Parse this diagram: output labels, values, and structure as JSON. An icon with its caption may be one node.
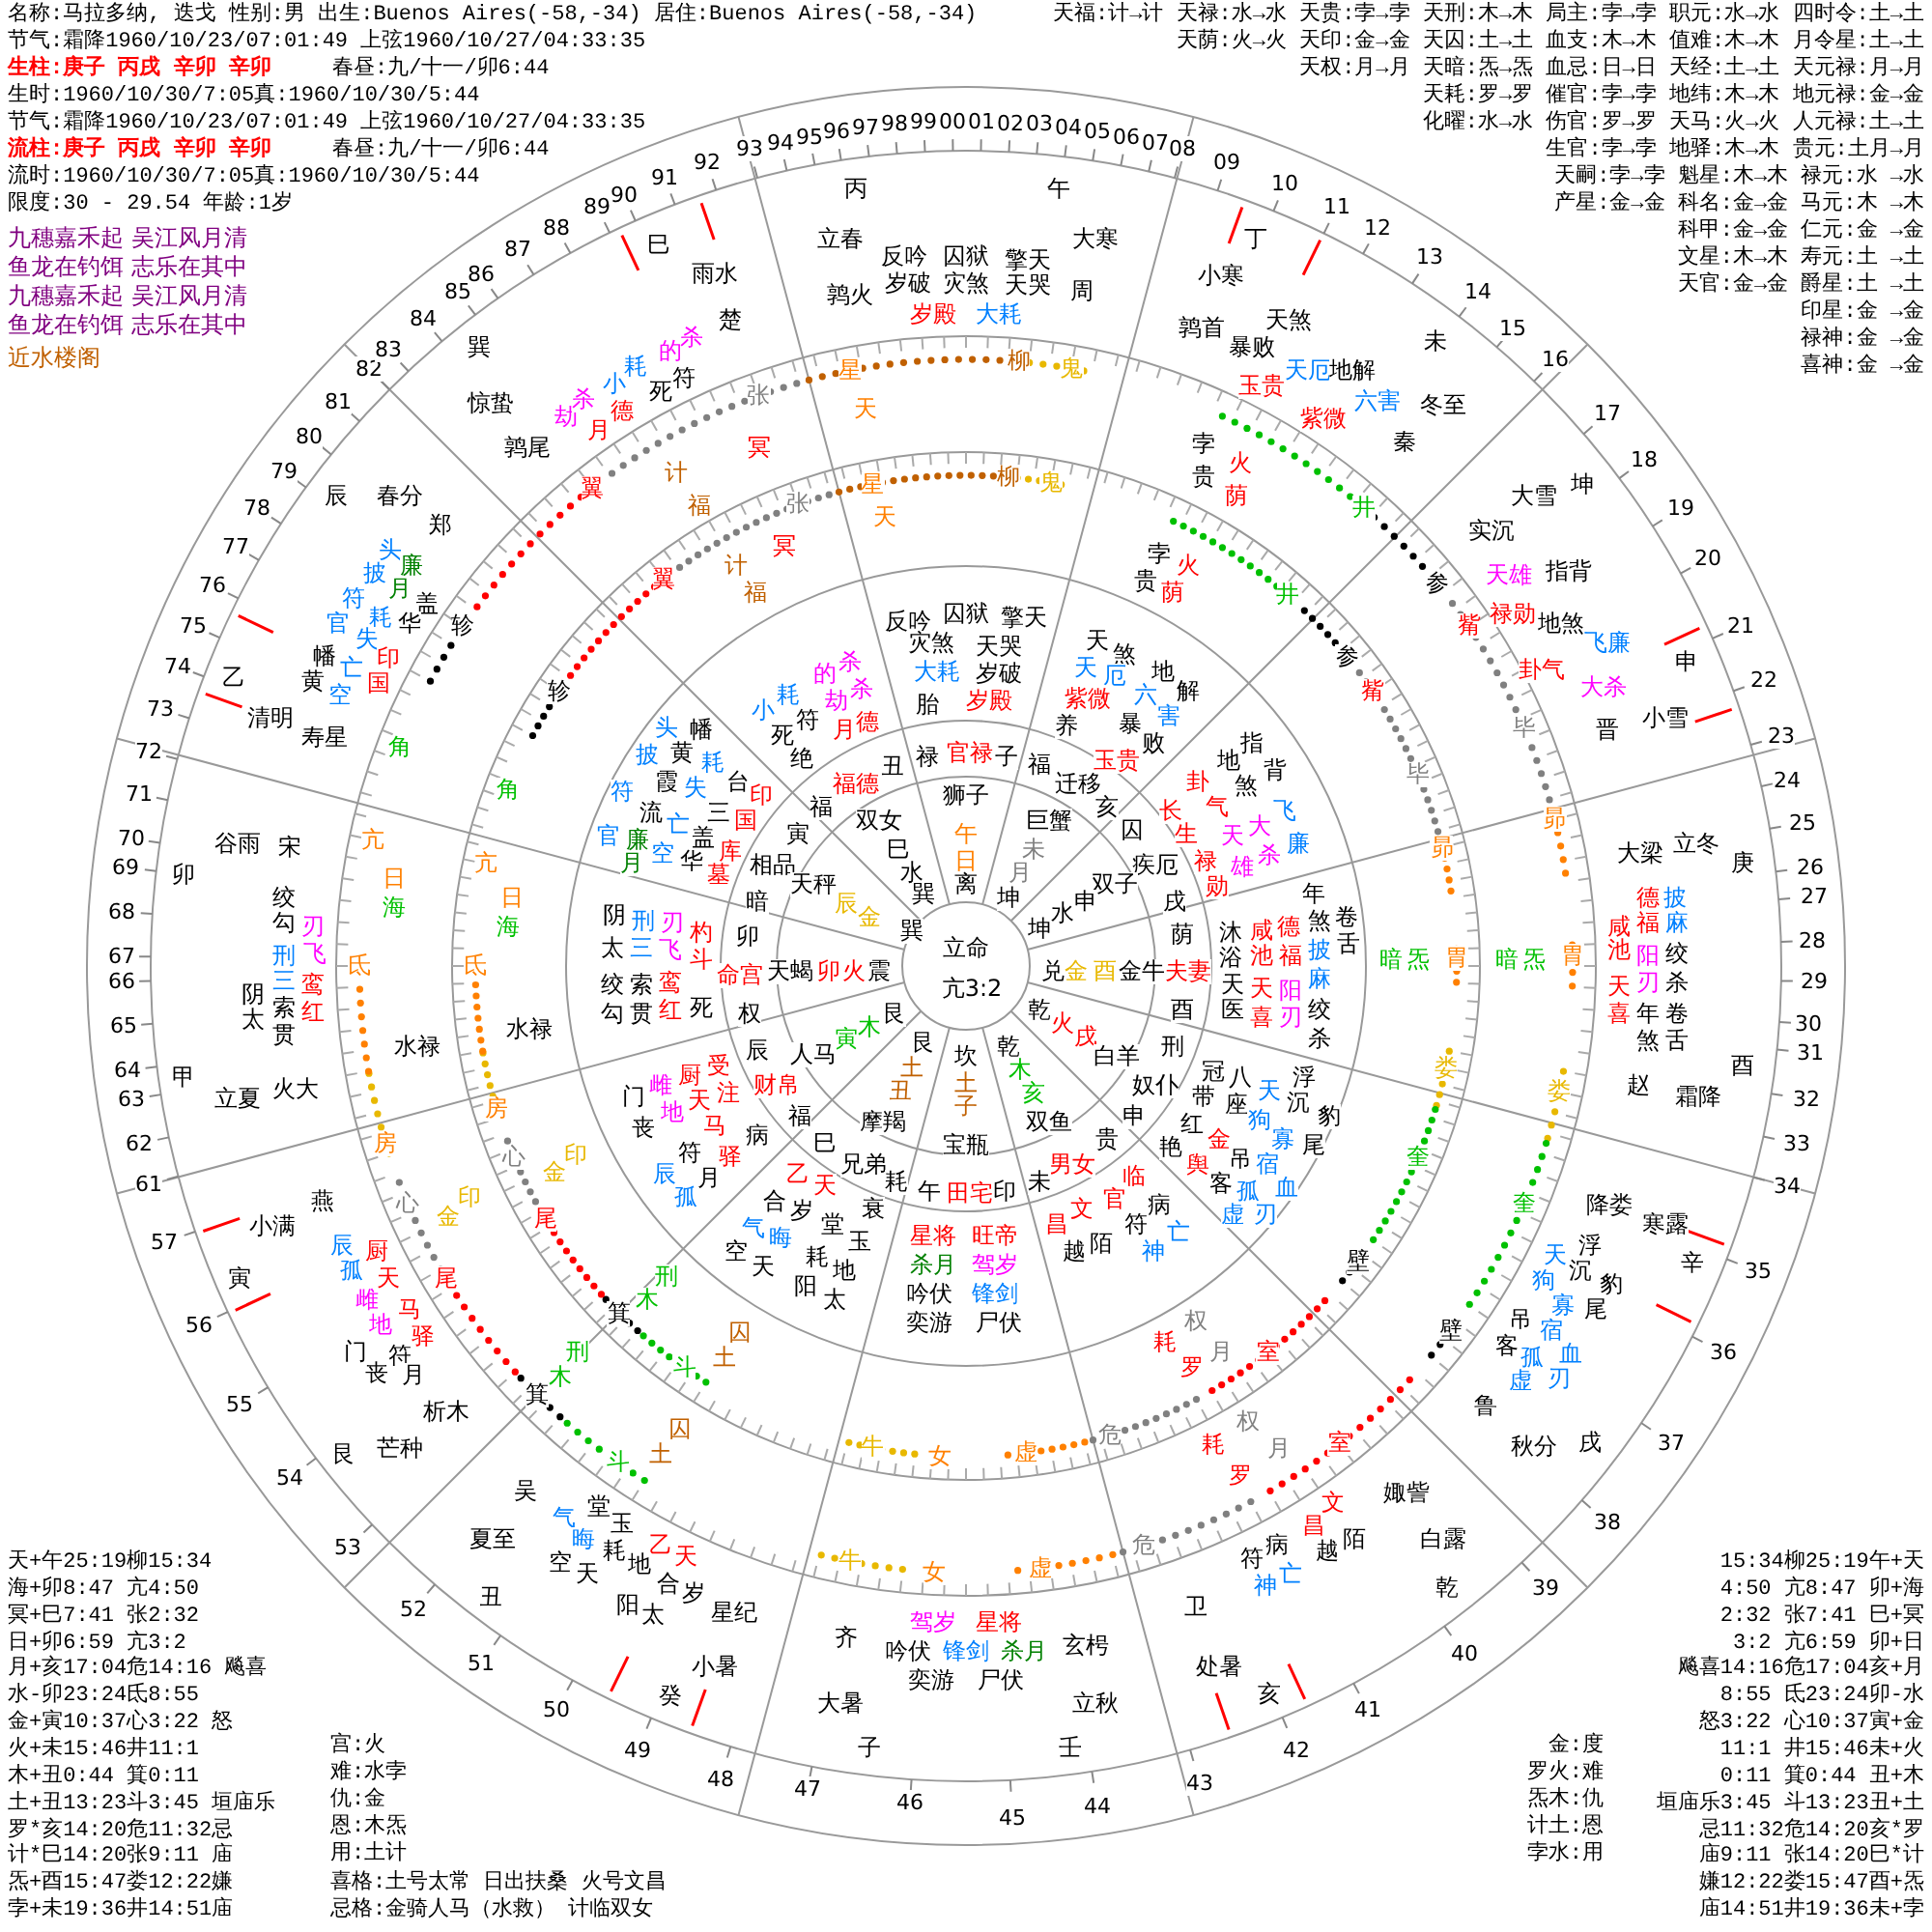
{
  "diagram": {
    "labels": [
      "名称:马拉多纳, 迭戈 性别:男 出生:Buenos Aires(-58,-34) 居住:Buenos Aires(-58,-34)",
      "节气:霜降1960/10/23/07:01:49 上弦1960/10/27/04:33:35",
      "生柱:庚子 丙戌 辛卯 辛卯",
      "春昼:九/十一/卯6:44",
      "生时:1960/10/30/7:05真:1960/10/30/5:44",
      "节气:霜降1960/10/23/07:01:49 上弦1960/10/27/04:33:35",
      "流柱:庚子 丙戌 辛卯 辛卯",
      "春昼:九/十一/卯6:44",
      "流时:1960/10/30/7:05真:1960/10/30/5:44",
      "限度:30 - 29.54 年龄:1岁",
      "九穗嘉禾起 吴江风月清",
      "鱼龙在钓饵 志乐在其中",
      "九穗嘉禾起 吴江风月清",
      "鱼龙在钓饵 志乐在其中",
      "近水楼阁",
      "天福:计→计 天禄:水→水 天贵:孛→孛 天刑:木→木 局主:孛→孛 职元:水→水 四时令:土→土",
      "天荫:火→火 天印:金→金 天囚:土→土 血支:木→木 值难:木→木 月令星:土→土",
      "天权:月→月 天暗:炁→炁 血忌:日→日 天经:土→土 天元禄:月→月",
      "天耗:罗→罗 催官:孛→孛 地纬:木→木 地元禄:金→金",
      "化曜:水→水 伤官:罗→罗 天马:火→火 人元禄:土→土",
      "生官:孛→孛 地驿:木→木 贵元:土月→月",
      "天嗣:孛→孛 魁星:木→木 禄元:水 →水",
      "产星:金→金 科名:金→金 马元:木 →木",
      "科甲:金→金 仁元:金 →金",
      "文星:木→木 寿元:土 →土",
      "天官:金→金 爵星:土 →土",
      "印星:金 →金",
      "禄神:金 →金",
      "喜神:金 →金",
      "天+午25:19柳15:34",
      "海+卯8:47 亢4:50",
      "冥+巳7:41 张2:32",
      "日+卯6:59 亢3:2",
      "月+亥17:04危14:16 飚喜",
      "水-卯23:24氐8:55",
      "金+寅10:37心3:22 怒",
      "火+未15:46井11:1",
      "木+丑0:44 箕0:11",
      "土+丑13:23斗3:45 垣庙乐",
      "罗*亥14:20危11:32忌",
      "计*巳14:20张9:11 庙",
      "炁+酉15:47娄12:22嫌",
      "孛+未19:36井14:51庙",
      "15:34柳25:19午+天",
      "4:50 亢8:47 卯+海",
      "2:32 张7:41 巳+冥",
      "3:2 亢6:59 卯+日",
      "飚喜14:16危17:04亥+月",
      "8:55 氐23:24卯-水",
      "怒3:22 心10:37寅+金",
      "11:1 井15:46未+火",
      "0:11 箕0:44 丑+木",
      "垣庙乐3:45 斗13:23丑+土",
      "忌11:32危14:20亥*罗",
      "庙9:11 张14:20巳*计",
      "嫌12:22娄15:47酉+炁",
      "庙14:51井19:36未+孛",
      "宫:火",
      "难:水孛",
      "仇:金",
      "恩:木炁",
      "用:土计",
      "喜格:土号太常 日出扶桑 火号文昌",
      "忌格:金骑人马（水救） 计临双女",
      "金:度",
      "罗火:难",
      "炁木:仇",
      "计土:恩",
      "孛水:用",
      "00",
      "01",
      "02",
      "03",
      "04",
      "05",
      "06",
      "07",
      "08",
      "09",
      "10",
      "11",
      "12",
      "13",
      "14",
      "15",
      "16",
      "17",
      "18",
      "19",
      "20",
      "21",
      "22",
      "23",
      "24",
      "25",
      "26",
      "27",
      "28",
      "29",
      "30",
      "31",
      "32",
      "33",
      "34",
      "35",
      "36",
      "37",
      "38",
      "39",
      "40",
      "41",
      "42",
      "43",
      "44",
      "45",
      "46",
      "47",
      "48",
      "49",
      "50",
      "51",
      "52",
      "53",
      "54",
      "55",
      "56",
      "57",
      "61",
      "62",
      "63",
      "64",
      "65",
      "66",
      "67",
      "68",
      "69",
      "70",
      "71",
      "72",
      "73",
      "74",
      "75",
      "76",
      "77",
      "78",
      "79",
      "80",
      "81",
      "82",
      "83",
      "84",
      "85",
      "86",
      "87",
      "88",
      "89",
      "90",
      "91",
      "92",
      "93",
      "94",
      "95",
      "96",
      "97",
      "98",
      "99",
      "丙",
      "午",
      "立春",
      "大寒",
      "鹑火",
      "周",
      "丁",
      "小寒",
      "鹑首",
      "未",
      "冬至",
      "秦",
      "坤",
      "大雪",
      "实沉",
      "申",
      "小雪",
      "晋",
      "大梁",
      "立冬",
      "庚",
      "赵",
      "霜降",
      "酉",
      "辛",
      "寒露",
      "降娄",
      "秋分",
      "戌",
      "鲁",
      "乾",
      "白露",
      "娵訾",
      "亥",
      "处暑",
      "卫",
      "壬",
      "立秋",
      "玄枵",
      "子",
      "大暑",
      "齐",
      "癸",
      "小暑",
      "星纪",
      "丑",
      "夏至",
      "吴",
      "艮",
      "芒种",
      "析木",
      "寅",
      "小满",
      "燕",
      "甲",
      "立夏",
      "火大",
      "卯",
      "谷雨",
      "宋",
      "乙",
      "清明",
      "寿星",
      "辰",
      "春分",
      "郑",
      "巽",
      "惊蛰",
      "鹑尾",
      "巳",
      "雨水",
      "楚",
      "反吟",
      "囚狱",
      "擎天",
      "岁破",
      "灾煞",
      "天哭",
      "岁殿",
      "大耗",
      "暴败",
      "天煞",
      "天厄",
      "地解",
      "玉贵",
      "紫微",
      "六害",
      "天雄",
      "指背",
      "禄勋",
      "地煞",
      "飞廉",
      "卦气",
      "大杀",
      "德",
      "披",
      "咸",
      "福",
      "麻",
      "池",
      "阳",
      "绞",
      "天",
      "刃",
      "杀",
      "喜",
      "年",
      "卷",
      "煞",
      "舌",
      "天",
      "浮",
      "狗",
      "沉",
      "豹",
      "吊",
      "寡",
      "尾",
      "宿",
      "客",
      "孤",
      "血",
      "虚",
      "刃",
      "文",
      "昌",
      "符",
      "病",
      "越",
      "陌",
      "神",
      "亡",
      "驾岁",
      "星将",
      "吟伏",
      "锋剑",
      "杀月",
      "奕游",
      "尸伏",
      "堂",
      "气",
      "玉",
      "晦",
      "乙",
      "空",
      "天",
      "耗",
      "地",
      "天",
      "合",
      "岁",
      "阳",
      "太",
      "辰",
      "厨",
      "孤",
      "天",
      "雌",
      "马",
      "地",
      "驿",
      "门",
      "符",
      "丧",
      "月",
      "头",
      "披",
      "廉",
      "月",
      "盖",
      "华",
      "符",
      "官",
      "耗",
      "失",
      "幡",
      "黄",
      "亡",
      "空",
      "印",
      "国",
      "绞",
      "勾",
      "刃",
      "刑",
      "飞",
      "三",
      "阴",
      "太",
      "索",
      "贯",
      "鸾",
      "红",
      "的",
      "杀",
      "小",
      "耗",
      "死",
      "符",
      "劫",
      "杀",
      "月",
      "德",
      "张",
      "星",
      "柳",
      "鬼",
      "井",
      "参",
      "觜",
      "毕",
      "昴",
      "胃",
      "娄",
      "奎",
      "壁",
      "室",
      "牛",
      "女",
      "虚",
      "危",
      "斗",
      "箕",
      "尾",
      "心",
      "房",
      "氐",
      "亢",
      "角",
      "轸",
      "翼",
      "张",
      "星",
      "柳",
      "鬼",
      "井",
      "参",
      "觜",
      "毕",
      "昴",
      "胃",
      "娄",
      "奎",
      "壁",
      "室",
      "牛",
      "女",
      "虚",
      "危",
      "斗",
      "箕",
      "尾",
      "心",
      "房",
      "氐",
      "亢",
      "角",
      "轸",
      "翼",
      "冥",
      "天",
      "计",
      "福",
      "孛",
      "贵",
      "火",
      "荫",
      "暗",
      "炁",
      "土",
      "囚",
      "耗",
      "罗",
      "权",
      "月",
      "木",
      "刑",
      "金",
      "印",
      "水禄",
      "日",
      "海",
      "冥",
      "天",
      "计",
      "福",
      "孛",
      "贵",
      "火",
      "荫",
      "暗",
      "炁",
      "土",
      "囚",
      "耗",
      "罗",
      "权",
      "月",
      "木",
      "刑",
      "金",
      "印",
      "水禄",
      "日",
      "海",
      "反吟",
      "囚狱",
      "擎天",
      "灾煞",
      "天哭",
      "大耗",
      "岁破",
      "胎",
      "岁殿",
      "天",
      "煞",
      "天",
      "厄",
      "地",
      "紫微",
      "六",
      "解",
      "养",
      "暴",
      "害",
      "败",
      "玉贵",
      "指",
      "地",
      "卦",
      "煞",
      "背",
      "长",
      "气",
      "生",
      "飞",
      "天",
      "大",
      "廉",
      "禄",
      "雄",
      "杀",
      "勋",
      "年",
      "沐",
      "咸",
      "德",
      "煞",
      "卷",
      "浴",
      "池",
      "福",
      "披",
      "舌",
      "天",
      "天",
      "阳",
      "麻",
      "医",
      "喜",
      "刃",
      "绞",
      "杀",
      "冠",
      "八",
      "浮",
      "带",
      "座",
      "天",
      "沉",
      "红",
      "狗",
      "豹",
      "艳",
      "金",
      "寡",
      "尾",
      "舆",
      "吊",
      "宿",
      "客",
      "孤",
      "血",
      "虚",
      "刃",
      "男女",
      "临",
      "文",
      "官",
      "病",
      "昌",
      "符",
      "亡",
      "越",
      "陌",
      "神",
      "星将",
      "旺帝",
      "杀月",
      "驾岁",
      "吟伏",
      "锋剑",
      "奕游",
      "尸伏",
      "乙",
      "天",
      "合",
      "岁",
      "衰",
      "气",
      "晦",
      "堂",
      "玉",
      "空",
      "天",
      "耗",
      "地",
      "阳",
      "太",
      "门",
      "雌",
      "厨",
      "受",
      "丧",
      "地",
      "天",
      "注",
      "马",
      "病",
      "符",
      "驿",
      "辰",
      "月",
      "孤",
      "阴",
      "刑",
      "刃",
      "杓",
      "太",
      "三",
      "飞",
      "斗",
      "绞",
      "索",
      "鸾",
      "勾",
      "贯",
      "红",
      "死",
      "头",
      "幡",
      "披",
      "黄",
      "耗",
      "符",
      "霞",
      "失",
      "台",
      "印",
      "流",
      "亡",
      "三",
      "国",
      "官",
      "廉",
      "盖",
      "月",
      "空",
      "华",
      "库",
      "墓",
      "小",
      "耗",
      "死",
      "符",
      "绝",
      "的",
      "杀",
      "劫",
      "杀",
      "月",
      "德",
      "禄",
      "官禄",
      "子",
      "福",
      "迁移",
      "亥",
      "囚",
      "疾厄",
      "戌",
      "荫",
      "夫妻",
      "酉",
      "刑",
      "奴仆",
      "申",
      "贵",
      "兄弟",
      "耗",
      "午",
      "田宅",
      "印",
      "未",
      "巳",
      "福",
      "财帛",
      "辰",
      "权",
      "命宫",
      "卯",
      "暗",
      "相品",
      "寅",
      "福",
      "福德",
      "丑",
      "狮子",
      "双女",
      "巨蟹",
      "午",
      "巳",
      "未",
      "日",
      "水",
      "月",
      "天秤",
      "离",
      "双子",
      "辰",
      "巽",
      "坤",
      "申",
      "金",
      "水",
      "巽",
      "坤",
      "天蝎",
      "卯",
      "火",
      "震",
      "兑",
      "金",
      "酉",
      "金牛",
      "艮",
      "乾",
      "木",
      "火",
      "寅",
      "戌",
      "人马",
      "艮",
      "坎",
      "乾",
      "白羊",
      "土",
      "木",
      "丑",
      "土",
      "亥",
      "子",
      "摩羯",
      "双鱼",
      "宝瓶",
      "立命",
      "亢3:2"
    ]
  }
}
